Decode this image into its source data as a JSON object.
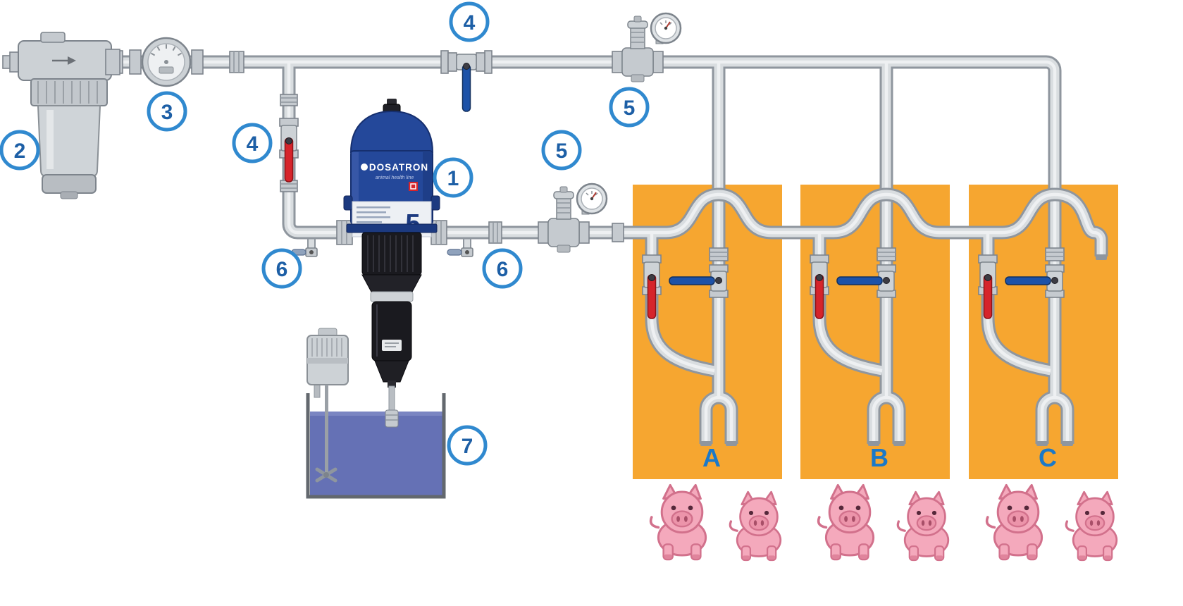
{
  "diagram": {
    "badges": {
      "n1": "1",
      "n2": "2",
      "n3": "3",
      "n4": "4",
      "n5": "5",
      "n6": "6",
      "n7": "7"
    },
    "zones": [
      {
        "label": "A"
      },
      {
        "label": "B"
      },
      {
        "label": "C"
      }
    ],
    "device": {
      "brand": "DOSATRON",
      "tagline": "animal health line",
      "model": "5"
    },
    "colors": {
      "zone_orange": "#f6a630",
      "pipe_gray": "#d9dde0",
      "pipe_edge": "#8f969e",
      "valve_red": "#d6242b",
      "valve_blue": "#1d52a8",
      "badge_ring": "#3089cf",
      "badge_number": "#1d5fa6",
      "zone_letter": "#1b79c8",
      "tank_liquid": "#6571b5",
      "pump_blue": "#24489a",
      "pig_pink": "#f4a9bc"
    }
  }
}
